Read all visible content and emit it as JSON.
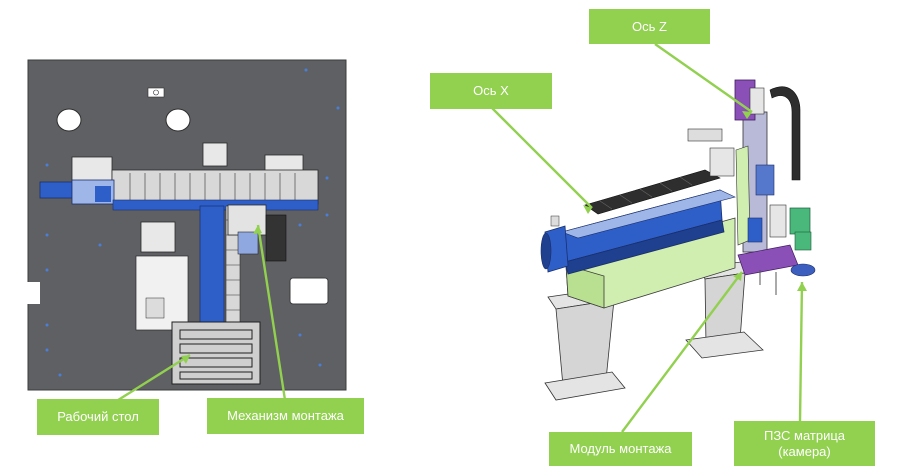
{
  "labels": {
    "work_table": "Рабочий стол",
    "mount_mechanism": "Механизм монтажа",
    "axis_x": "Ось X",
    "axis_z": "Ось Z",
    "mount_module": "Модуль монтажа",
    "ccd_line1": "ПЗС матрица",
    "ccd_line2": "(камера)"
  },
  "colors": {
    "label_bg": "#92d050",
    "leader": "#92d050",
    "plate": "#5f6063",
    "plate_edge": "#3b3c3e",
    "blue_part": "#2e5fc9",
    "dark_blue": "#1f3f8f",
    "rail": "#d8d8d8",
    "green_frame": "#cfeeb0",
    "purple_part": "#8b4fb8",
    "pedestal": "#d5d5d5"
  },
  "icons": {
    "plate_hole": "circle-hole",
    "motor": "cylinder-motor"
  }
}
